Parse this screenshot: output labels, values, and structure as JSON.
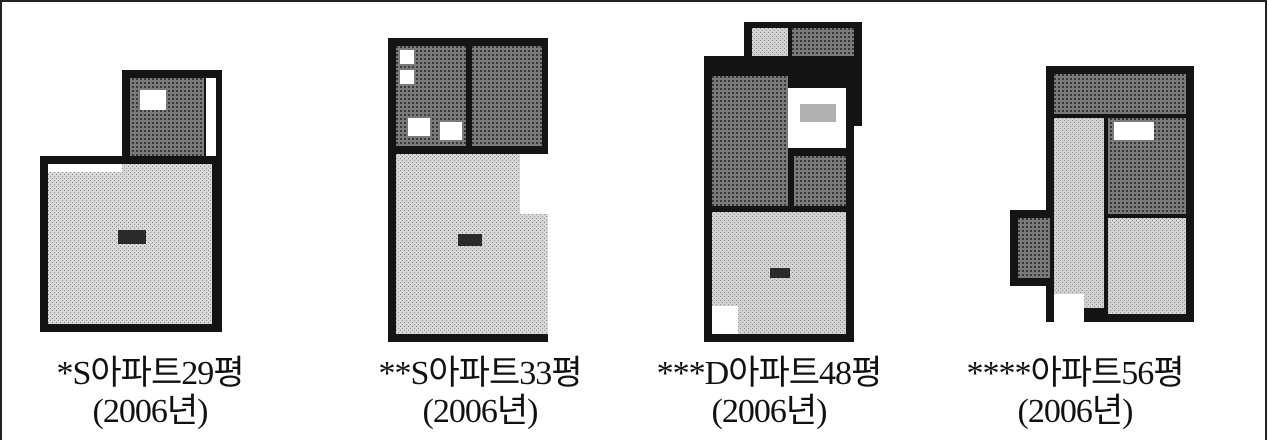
{
  "plans": [
    {
      "name": "*S아파트29평",
      "year": "(2006년)"
    },
    {
      "name": "**S아파트33평",
      "year": "(2006년)"
    },
    {
      "name": "***D아파트48평",
      "year": "(2006년)"
    },
    {
      "name": "****아파트56평",
      "year": "(2006년)"
    }
  ],
  "colors": {
    "frame": "#222222",
    "wall": "#141414",
    "floor_light": "#d2d2d2",
    "floor_dark": "#8a8a8a",
    "background": "#ffffff"
  }
}
